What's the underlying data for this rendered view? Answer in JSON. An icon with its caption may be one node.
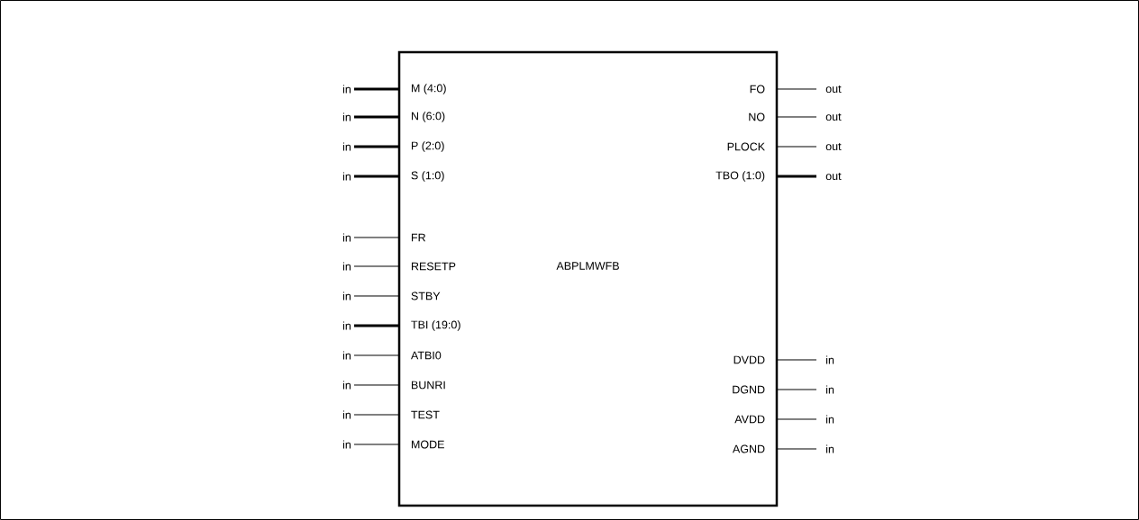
{
  "diagram": {
    "nodes": [
      {
        "text": [
          "ABPLMWFB"
        ]
      },
      {
        "text": [
          "M (4:0)"
        ],
        "in": 0
      },
      {
        "text": [
          "N (6:0)"
        ],
        "in": 0
      },
      {
        "text": [
          "P (2:0)"
        ],
        "in": 0
      },
      {
        "text": [
          "S (1:0)"
        ],
        "in": 0
      },
      {
        "text": [
          "FR"
        ],
        "in": 0
      },
      {
        "text": [
          "RESETP"
        ],
        "in": 0
      },
      {
        "text": [
          "STBY"
        ],
        "in": 0
      },
      {
        "text": [
          "TBI (19:0)"
        ],
        "in": 0
      },
      {
        "text": [
          "ATBI0"
        ],
        "in": 0
      },
      {
        "text": [
          "BUNRI"
        ],
        "in": 0
      },
      {
        "text": [
          "TEST"
        ],
        "in": 0
      },
      {
        "text": [
          "MODE"
        ],
        "in": 0
      },
      {
        "text": [
          "FO"
        ],
        "in": 0
      },
      {
        "text": [
          "NO"
        ],
        "in": 0
      },
      {
        "text": [
          "PLOCK"
        ],
        "in": 0
      },
      {
        "text": [
          "TBO (1:0)"
        ],
        "in": 0
      },
      {
        "text": [
          "DVDD"
        ],
        "in": 0
      },
      {
        "text": [
          "DGND"
        ],
        "in": 0
      },
      {
        "text": [
          "AVDD"
        ],
        "in": 0
      },
      {
        "text": [
          "AGND"
        ],
        "in": 0
      },
      {
        "text": [
          "in"
        ]
      },
      {
        "text": [
          "in"
        ]
      },
      {
        "text": [
          "in"
        ]
      },
      {
        "text": [
          "in"
        ]
      },
      {
        "text": [
          "in"
        ]
      },
      {
        "text": [
          "in"
        ]
      },
      {
        "text": [
          "in"
        ]
      },
      {
        "text": [
          "in"
        ]
      },
      {
        "text": [
          "in"
        ]
      },
      {
        "text": [
          "in"
        ]
      },
      {
        "text": [
          "in"
        ]
      },
      {
        "text": [
          "in"
        ]
      },
      {
        "text": [
          "out"
        ]
      },
      {
        "text": [
          "out"
        ]
      },
      {
        "text": [
          "out"
        ]
      },
      {
        "text": [
          "out"
        ]
      },
      {
        "text": [
          "in"
        ]
      },
      {
        "text": [
          "in"
        ]
      },
      {
        "text": [
          "in"
        ]
      },
      {
        "text": [
          "in"
        ]
      }
    ],
    "edges": [
      {
        "from": 21,
        "to": 1,
        "arrow": "none",
        "style": "thick"
      },
      {
        "from": 22,
        "to": 2,
        "arrow": "none",
        "style": "thick"
      },
      {
        "from": 23,
        "to": 3,
        "arrow": "none",
        "style": "thick"
      },
      {
        "from": 24,
        "to": 4,
        "arrow": "none",
        "style": "thick"
      },
      {
        "from": 25,
        "to": 5,
        "arrow": "none"
      },
      {
        "from": 26,
        "to": 6,
        "arrow": "none"
      },
      {
        "from": 27,
        "to": 7,
        "arrow": "none"
      },
      {
        "from": 28,
        "to": 8,
        "arrow": "none",
        "style": "thick"
      },
      {
        "from": 29,
        "to": 9,
        "arrow": "none"
      },
      {
        "from": 30,
        "to": 10,
        "arrow": "none"
      },
      {
        "from": 31,
        "to": 11,
        "arrow": "none"
      },
      {
        "from": 32,
        "to": 12,
        "arrow": "none"
      },
      {
        "from": 13,
        "to": 33,
        "arrow": "none"
      },
      {
        "from": 14,
        "to": 34,
        "arrow": "none"
      },
      {
        "from": 15,
        "to": 35,
        "arrow": "none"
      },
      {
        "from": 16,
        "to": 36,
        "arrow": "none",
        "style": "thick"
      },
      {
        "from": 37,
        "to": 17,
        "arrow": "none"
      },
      {
        "from": 38,
        "to": 18,
        "arrow": "none"
      },
      {
        "from": 39,
        "to": 19,
        "arrow": "none"
      },
      {
        "from": 40,
        "to": 20,
        "arrow": "none"
      }
    ]
  }
}
